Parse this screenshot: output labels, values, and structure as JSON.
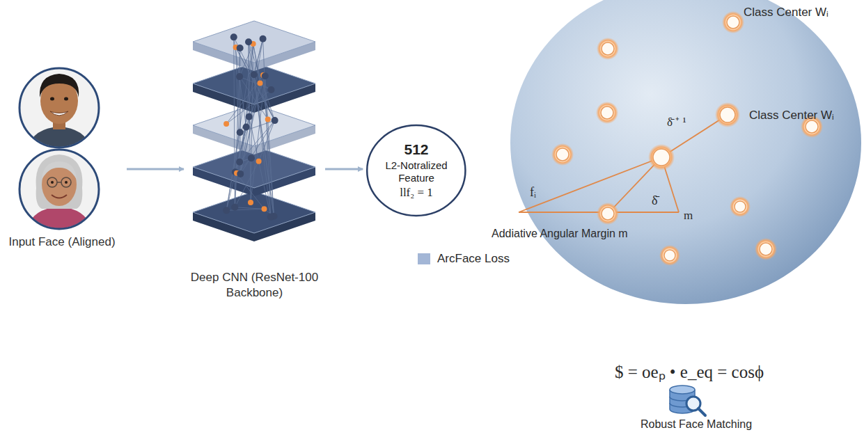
{
  "diagram": {
    "nodes": [
      {
        "text": [
          "Input Face (Aligned)"
        ]
      },
      {
        "text": [
          "Deep CNN (ResNet-100 Backbone)"
        ]
      },
      {
        "text": [
          "512",
          "L2-Notralized Feature",
          "llf₂ = 1"
        ]
      },
      {
        "text": [
          "Class Center Wᵢ",
          "Class Center Wᵢ",
          "δ̄ ⁺ ¹",
          "fᵢ",
          "δ̄",
          "m",
          "Addiative Angular Margin m"
        ]
      }
    ],
    "edges": [
      {
        "from": 0,
        "to": 1,
        "arrow": "to"
      },
      {
        "from": 1,
        "to": 2,
        "arrow": "to"
      }
    ],
    "labels": [
      "$ = oeₚ • e_eq = cosϕ",
      "Robust Face Matching"
    ],
    "legend": [
      {
        "text": "ArcFace Loss",
        "color": "#a3b6d6"
      }
    ]
  }
}
